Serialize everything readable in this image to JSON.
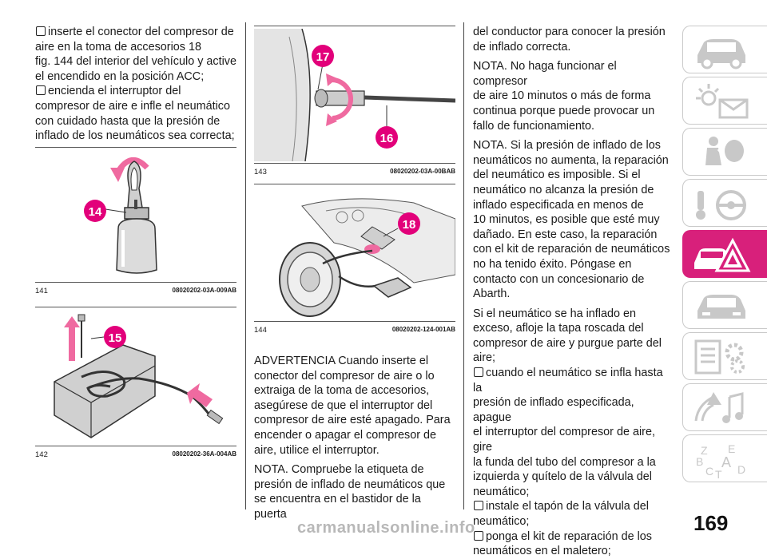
{
  "col1": {
    "lines_a": [
      "inserte el conector del compresor de",
      "aire en la toma de accesorios 18",
      "fig. 144 del interior del vehículo y active",
      "el encendido en la posición ACC;"
    ],
    "lines_b": [
      "encienda el interruptor del",
      "compresor de aire e infle el neumático",
      "con cuidado hasta que la presión de",
      "inflado de los neumáticos sea correcta;"
    ]
  },
  "figures": {
    "f141": {
      "num": "141",
      "code": "08020202-03A-009AB",
      "callout": "14"
    },
    "f142": {
      "num": "142",
      "code": "08020202-36A-004AB",
      "callout": "15"
    },
    "f143": {
      "num": "143",
      "code": "08020202-03A-00BAB",
      "callout_a": "17",
      "callout_b": "16"
    },
    "f144": {
      "num": "144",
      "code": "08020202-124-001AB",
      "callout": "18"
    }
  },
  "col2": {
    "warning": [
      "ADVERTENCIA Cuando inserte el",
      "conector del compresor de aire o lo",
      "extraiga de la toma de accesorios,",
      "asegúrese de que el interruptor del",
      "compresor de aire esté apagado. Para",
      "encender o apagar el compresor de",
      "aire, utilice el interruptor."
    ],
    "nota": [
      "NOTA. Compruebe la etiqueta de",
      "presión de inflado de neumáticos que",
      "se encuentra en el bastidor de la puerta"
    ]
  },
  "col3": {
    "p1": [
      "del conductor para conocer la presión",
      "de inflado correcta."
    ],
    "p2": [
      "NOTA. No haga funcionar el compresor",
      "de aire 10 minutos o más de forma",
      "continua porque puede provocar un",
      "fallo de funcionamiento."
    ],
    "p3": [
      "NOTA. Si la presión de inflado de los",
      "neumáticos no aumenta, la reparación",
      "del neumático es imposible. Si el",
      "neumático no alcanza la presión de",
      "inflado especificada en menos de",
      "10 minutos, es posible que esté muy",
      "dañado. En este caso, la reparación",
      "con el kit de reparación de neumáticos",
      "no ha tenido éxito. Póngase en",
      "contacto con un concesionario de",
      "Abarth."
    ],
    "p4": [
      "Si el neumático se ha inflado en",
      "exceso, afloje la tapa roscada del",
      "compresor de aire y purgue parte del",
      "aire;"
    ],
    "b1": [
      "cuando el neumático se infla hasta la",
      "presión de inflado especificada, apague",
      "el interruptor del compresor de aire, gire",
      "la funda del tubo del compresor a la",
      "izquierda y quítelo de la válvula del",
      "neumático;"
    ],
    "b2": [
      "instale el tapón de la válvula del",
      "neumático;"
    ],
    "b3": [
      "ponga el kit de reparación de los",
      "neumáticos en el maletero;"
    ]
  },
  "sidebar_letters": [
    "Z",
    "E",
    "B",
    "A",
    "C",
    "T",
    "D"
  ],
  "page_number": "169",
  "watermark": "carmanualsonline.info",
  "colors": {
    "accent": "#d8207b",
    "callout": "#e2007a",
    "arrow": "#ef6aa0",
    "icon_grey": "#c8c8c8"
  }
}
